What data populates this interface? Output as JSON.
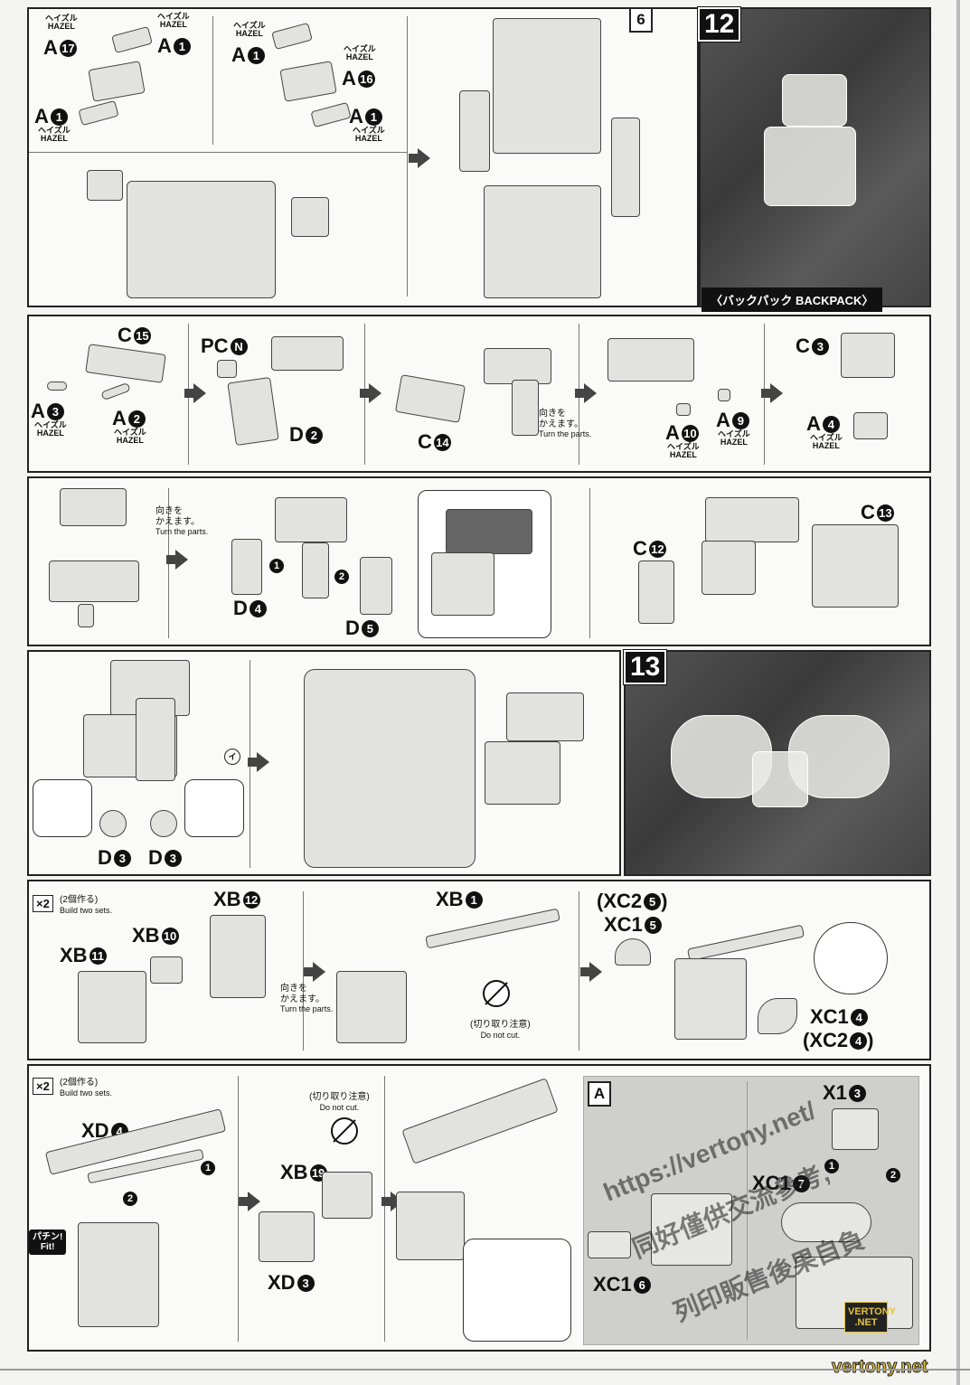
{
  "step_numbers": {
    "twelve": "12",
    "thirteen": "13"
  },
  "box_number": "6",
  "backpack_caption": "〈バックパック BACKPACK〉",
  "hazel_jp": "ヘイズル",
  "hazel_en": "HAZEL",
  "turn_note": {
    "jp": "向きを\nかえます。",
    "en": "Turn the parts."
  },
  "build_two": {
    "count": "×2",
    "jp": "(2個作る)",
    "en": "Build two sets."
  },
  "do_not_cut": {
    "jp": "(切り取り注意)",
    "en": "Do not cut."
  },
  "fit": {
    "jp": "パチン!",
    "en": "Fit!"
  },
  "callout_letter": "A",
  "row1": {
    "labels": [
      {
        "part": "A",
        "num": "17",
        "sub": true
      },
      {
        "part": "A",
        "num": "1",
        "sub": true
      },
      {
        "part": "A",
        "num": "1",
        "sub": true
      },
      {
        "part": "A",
        "num": "1",
        "sub": true
      },
      {
        "part": "A",
        "num": "16",
        "sub": true
      },
      {
        "part": "A",
        "num": "1",
        "sub": true
      }
    ]
  },
  "row2": {
    "labels": [
      {
        "part": "C",
        "num": "15"
      },
      {
        "part": "A",
        "num": "3"
      },
      {
        "part": "A",
        "num": "2"
      },
      {
        "part": "PC",
        "num": "N"
      },
      {
        "part": "D",
        "num": "2"
      },
      {
        "part": "C",
        "num": "14"
      },
      {
        "part": "A",
        "num": "10"
      },
      {
        "part": "A",
        "num": "9"
      },
      {
        "part": "C",
        "num": "3"
      },
      {
        "part": "A",
        "num": "4"
      }
    ]
  },
  "row3": {
    "labels": [
      {
        "part": "D",
        "num": "4"
      },
      {
        "part": "D",
        "num": "5"
      },
      {
        "part": "C",
        "num": "12"
      },
      {
        "part": "C",
        "num": "13"
      }
    ],
    "order": [
      "1",
      "2"
    ]
  },
  "row4": {
    "labels": [
      {
        "part": "D",
        "num": "3"
      },
      {
        "part": "D",
        "num": "3"
      }
    ],
    "tab_mark": "イ"
  },
  "row5": {
    "labels": [
      {
        "part": "XB",
        "num": "12"
      },
      {
        "part": "XB",
        "num": "10"
      },
      {
        "part": "XB",
        "num": "11"
      },
      {
        "part": "XB",
        "num": "1"
      },
      {
        "part": "(XC2",
        "num": "5",
        "suffix": ")"
      },
      {
        "part": "XC1",
        "num": "5"
      },
      {
        "part": "XC1",
        "num": "4"
      },
      {
        "part": "(XC2",
        "num": "4",
        "suffix": ")"
      }
    ]
  },
  "row6": {
    "labels": [
      {
        "part": "XD",
        "num": "4"
      },
      {
        "part": "XB",
        "num": "19"
      },
      {
        "part": "XD",
        "num": "3"
      },
      {
        "part": "XC1",
        "num": "6"
      },
      {
        "part": "XC1",
        "num": "7"
      },
      {
        "part": "X1",
        "num": "3"
      }
    ],
    "order": [
      "1",
      "2"
    ]
  },
  "watermark": {
    "line1": "https://vertony.net/",
    "line2": "同好僅供交流參考,",
    "line3": "列印販售後果自負"
  },
  "logo": {
    "top": "VERTONY",
    "bottom": ".NET"
  },
  "footer_url": "vertony.net"
}
